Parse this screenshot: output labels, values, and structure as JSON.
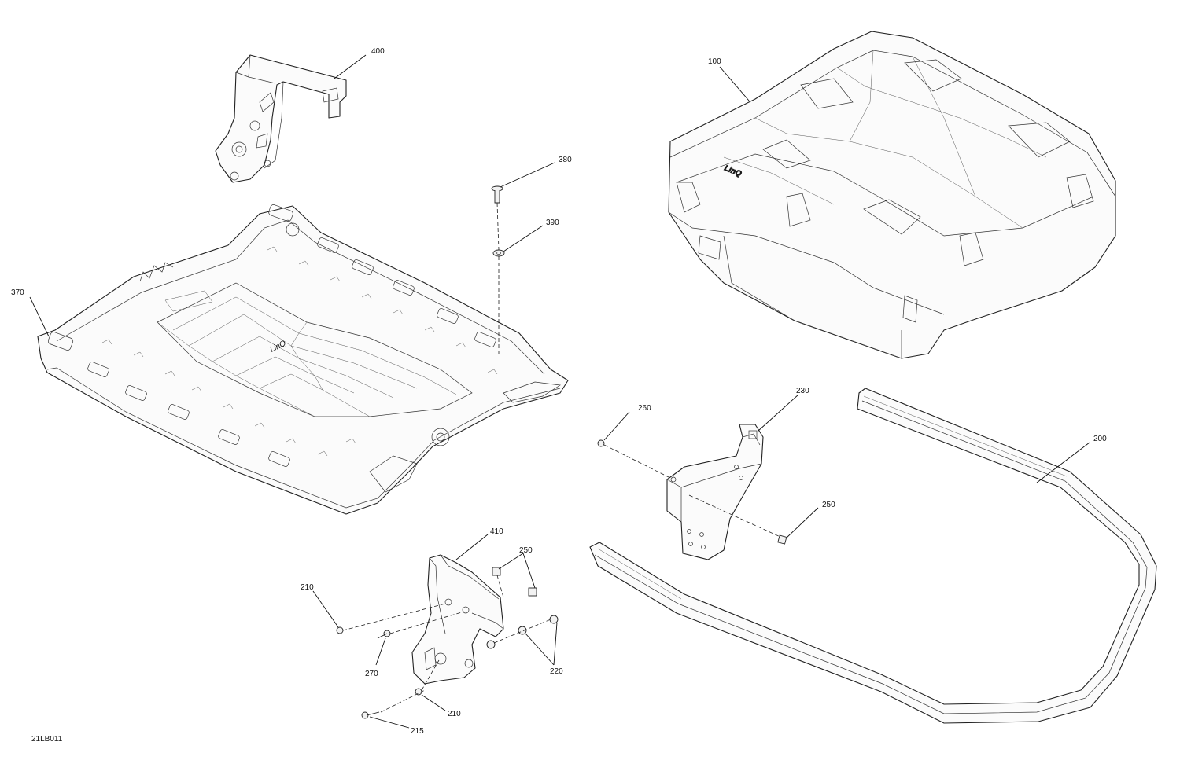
{
  "diagram_code": "21LB011",
  "callouts": {
    "c100": "100",
    "c200": "200",
    "c210a": "210",
    "c210b": "210",
    "c215": "215",
    "c220": "220",
    "c230": "230",
    "c250a": "250",
    "c250b": "250",
    "c260": "260",
    "c270": "270",
    "c370": "370",
    "c380": "380",
    "c390": "390",
    "c400": "400",
    "c410": "410"
  },
  "logos": {
    "box": "LinQ",
    "rack": "LinQ"
  }
}
